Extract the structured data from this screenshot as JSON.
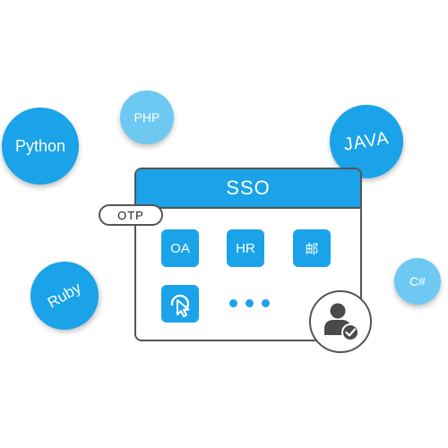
{
  "bubbles": {
    "python": "Python",
    "php": "PHP",
    "java": "JAVA",
    "ruby": "Ruby",
    "csharp": "C#"
  },
  "window": {
    "title": "SSO",
    "otp_label": "OTP",
    "tiles": {
      "oa": "OA",
      "hr": "HR",
      "mail": "邮",
      "click_icon": "pointer-click-icon"
    },
    "more_icon": "more-dots-icon",
    "user_icon": "user-verified-icon"
  },
  "colors": {
    "accent": "#1aa3e8",
    "accent_light": "#6ec9f2",
    "border": "#555555"
  }
}
